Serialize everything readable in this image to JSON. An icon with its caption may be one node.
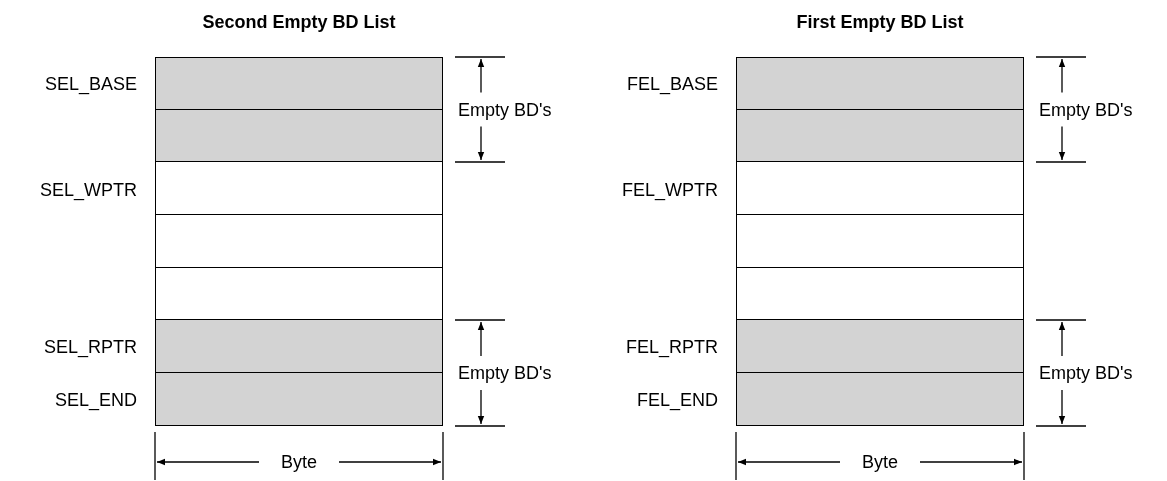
{
  "diagram": {
    "labels": [
      "Second Empty BD List",
      "First Empty BD List",
      "SEL_BASE",
      "Empty BD's",
      "FEL_BASE",
      "Empty BD's",
      "SEL_WPTR",
      "FEL_WPTR",
      "SEL_RPTR",
      "Empty BD's",
      "FEL_RPTR",
      "Empty BD's",
      "SEL_END",
      "FEL_END",
      "Byte",
      "Byte"
    ]
  }
}
